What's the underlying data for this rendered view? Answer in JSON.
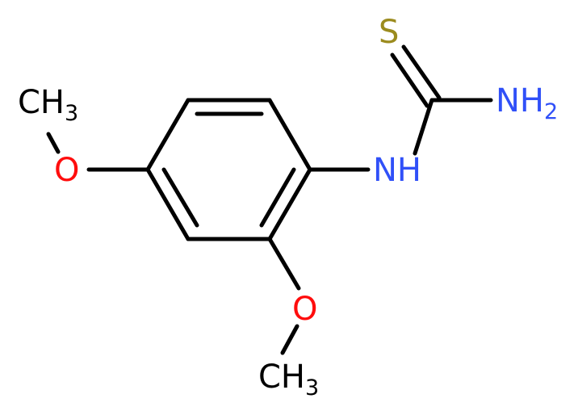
{
  "colors": {
    "carbon": "#000000",
    "oxygen": "#ff0d0d",
    "nitrogen": "#3050f8",
    "sulfur": "#9b8b1e",
    "background": "#ffffff"
  },
  "atoms": {
    "methyl_top": {
      "main": "CH",
      "sub": "3"
    },
    "oxygen_para": {
      "main": "O"
    },
    "oxygen_ortho": {
      "main": "O"
    },
    "methyl_bottom": {
      "main": "CH",
      "sub": "3"
    },
    "nh": {
      "main": "NH"
    },
    "sulfur": {
      "main": "S"
    },
    "nh2": {
      "main": "NH",
      "sub": "2"
    }
  }
}
